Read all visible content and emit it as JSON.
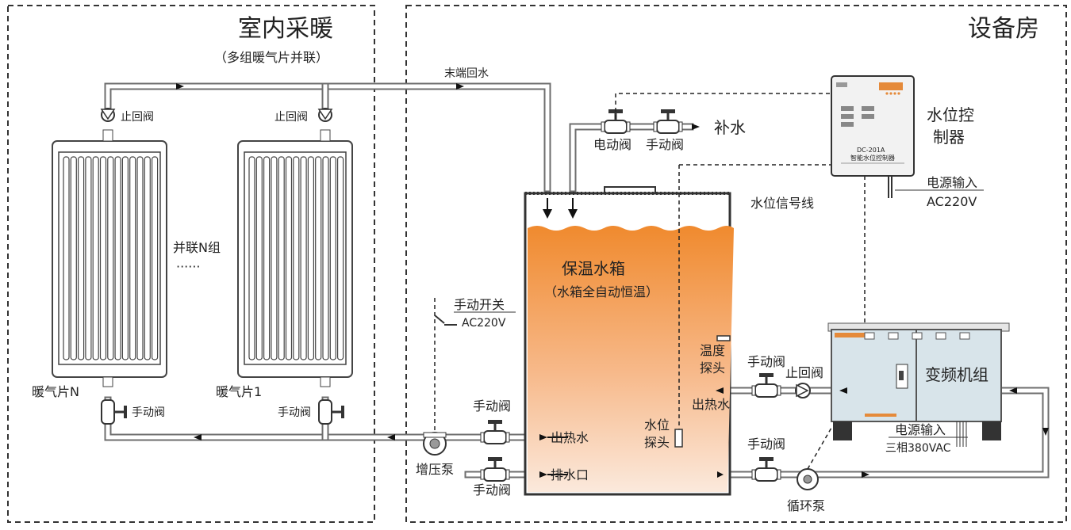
{
  "zones": {
    "indoor_title": "室内采暖",
    "indoor_subtitle": "（多组暖气片并联）",
    "room_title": "设备房"
  },
  "labels": {
    "return_water": "末端回水",
    "check_valve_left": "止回阀",
    "check_valve_right": "止回阀",
    "parallel_groups": "并联N组",
    "ellipsis": "······",
    "radiator_n": "暖气片N",
    "radiator_1": "暖气片1",
    "manual_valve_rad_n": "手动阀",
    "manual_valve_rad_1": "手动阀",
    "manual_switch": "手动开关",
    "manual_switch_voltage": "AC220V",
    "booster_pump": "增压泵",
    "manual_valve_hot_out": "手动阀",
    "manual_valve_drain": "手动阀",
    "tank_title": "保温水箱",
    "tank_subtitle": "（水箱全自动恒温）",
    "hot_water_out_tank": "出热水",
    "drain_outlet": "排水口",
    "level_probe_l1": "水位",
    "level_probe_l2": "探头",
    "temp_probe_l1": "温度",
    "temp_probe_l2": "探头",
    "electric_valve": "电动阀",
    "manual_valve_top": "手动阀",
    "makeup_water": "补水",
    "controller_label_l1": "水位控",
    "controller_label_l2": "制器",
    "level_signal_line": "水位信号线",
    "power_in_controller": "电源输入",
    "power_in_controller_voltage": "AC220V",
    "manual_valve_unit_out": "手动阀",
    "check_valve_unit": "止回阀",
    "hot_water_out_unit": "出热水",
    "vfd_unit": "变频机组",
    "power_in_unit": "电源输入",
    "power_in_unit_voltage": "三相380VAC",
    "manual_valve_circ": "手动阀",
    "circulation_pump": "循环泵"
  },
  "controller_device": {
    "model": "DC-201A",
    "name": "智能水位控制器"
  },
  "colors": {
    "water_top": "#f08a2e",
    "water_bottom": "#fbe9dc",
    "unit_body": "#d8e4ea",
    "pipe": "#6e6e6e"
  }
}
